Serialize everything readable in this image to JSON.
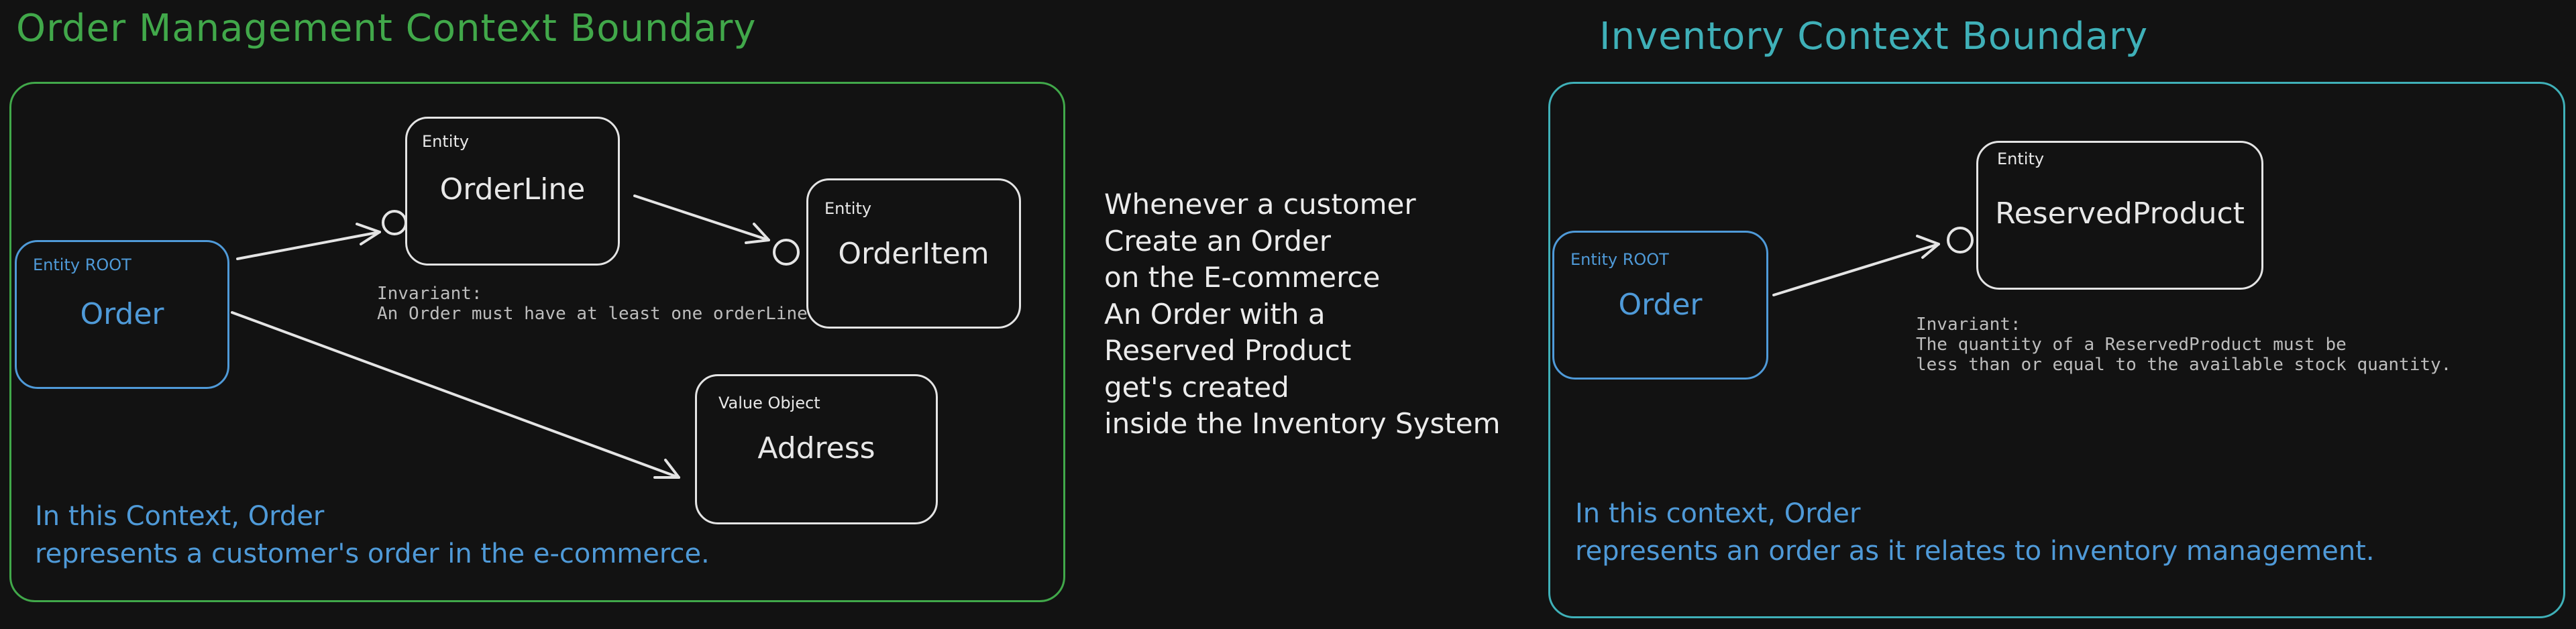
{
  "order_context": {
    "title": "Order Management Context Boundary",
    "root": {
      "tag": "Entity ROOT",
      "name": "Order"
    },
    "order_line": {
      "tag": "Entity",
      "name": "OrderLine"
    },
    "order_item": {
      "tag": "Entity",
      "name": "OrderItem"
    },
    "address": {
      "tag": "Value Object",
      "name": "Address"
    },
    "invariant": {
      "label": "Invariant:",
      "text": "An Order must have at least one orderLine"
    },
    "description": {
      "line1": "In this Context, Order",
      "line2": "represents a customer's order in the e-commerce."
    }
  },
  "middle_note": {
    "lines": [
      "Whenever a customer",
      "Create an Order",
      "on the E-commerce",
      "An Order with a",
      "Reserved Product",
      "get's created",
      "inside the Inventory System"
    ]
  },
  "inventory_context": {
    "title": "Inventory Context Boundary",
    "root": {
      "tag": "Entity ROOT",
      "name": "Order"
    },
    "reserved_product": {
      "tag": "Entity",
      "name": "ReservedProduct"
    },
    "invariant": {
      "label": "Invariant:",
      "line1": "The quantity of a ReservedProduct must be",
      "line2": "less than or equal to the available stock quantity."
    },
    "description": {
      "line1": "In this context, Order",
      "line2": "represents an order as it relates to inventory management."
    }
  },
  "colors": {
    "background": "#121212",
    "order_boundary": "#41a84a",
    "inventory_boundary": "#3fb0b8",
    "root_entity": "#4f9ad8",
    "entity": "#e4e4e4"
  }
}
